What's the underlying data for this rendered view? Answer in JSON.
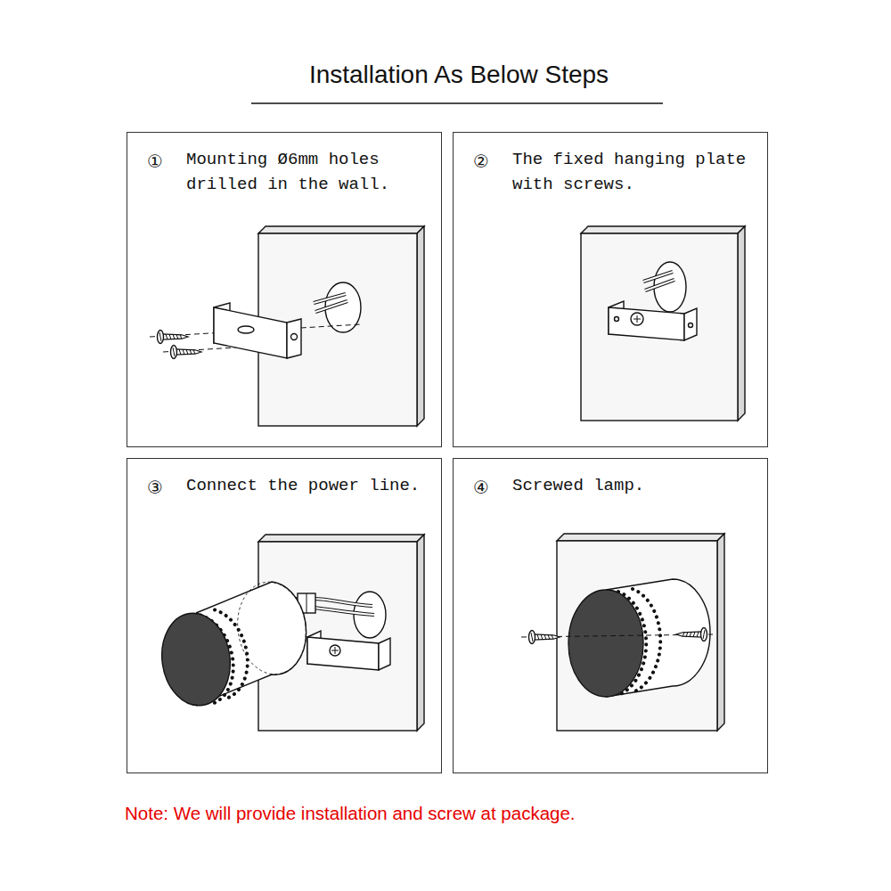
{
  "diagram": {
    "title": "Installation As Below Steps",
    "nodes": [
      {
        "text": [
          "①",
          "Mounting Ø6mm holes drilled in the wall."
        ]
      },
      {
        "text": [
          "②",
          "The fixed hanging plate with screws."
        ]
      },
      {
        "text": [
          "③",
          "Connect the power line."
        ]
      },
      {
        "text": [
          "④",
          "Screwed lamp."
        ]
      }
    ],
    "labels": [
      "Note: We will provide installation and screw at package."
    ]
  }
}
